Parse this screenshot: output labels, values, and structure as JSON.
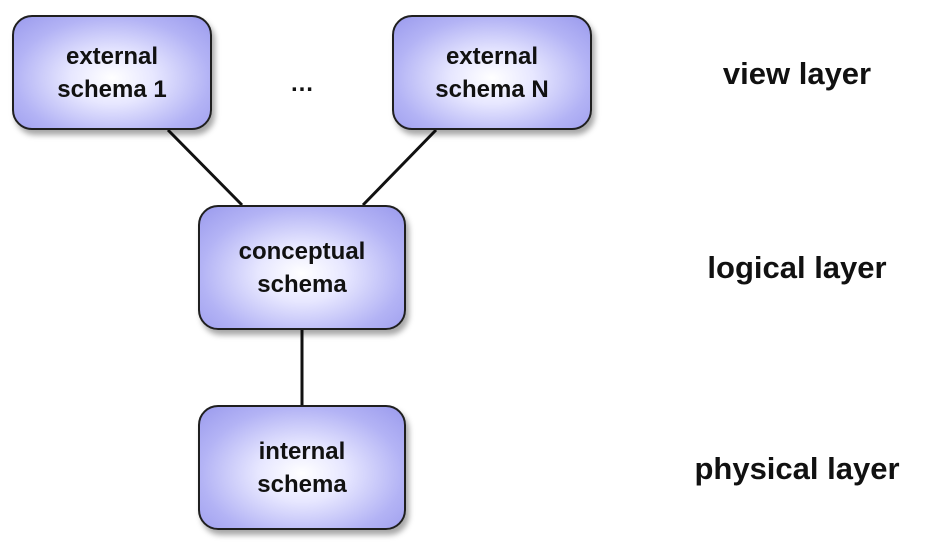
{
  "nodes": {
    "external_1": {
      "line1": "external",
      "line2": "schema 1"
    },
    "external_n": {
      "line1": "external",
      "line2": "schema N"
    },
    "conceptual": {
      "line1": "conceptual",
      "line2": "schema"
    },
    "internal": {
      "line1": "internal",
      "line2": "schema"
    }
  },
  "ellipsis": "…",
  "layers": {
    "view": "view layer",
    "logical": "logical layer",
    "physical": "physical layer"
  },
  "edges": [
    {
      "from": "external_1",
      "to": "conceptual"
    },
    {
      "from": "external_n",
      "to": "conceptual"
    },
    {
      "from": "conceptual",
      "to": "internal"
    }
  ],
  "colors": {
    "node_fill": "#b3b3f5",
    "node_border": "#1f1f1f",
    "text": "#111111",
    "connector": "#111111"
  }
}
